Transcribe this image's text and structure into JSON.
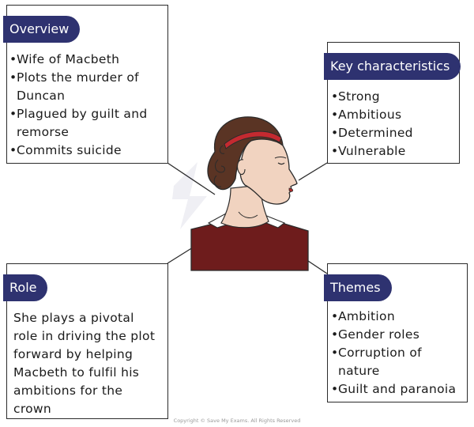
{
  "overview": {
    "title": "Overview",
    "items": [
      "Wife of Macbeth",
      "Plots the murder of Duncan",
      "Plagued by guilt and remorse",
      "Commits suicide"
    ]
  },
  "key_characteristics": {
    "title": "Key characteristics",
    "items": [
      "Strong",
      "Ambitious",
      "Determined",
      "Vulnerable"
    ]
  },
  "role": {
    "title": "Role",
    "text": "She plays a pivotal role in driving the plot forward by helping Macbeth to fulfil his ambitions for the crown"
  },
  "themes": {
    "title": "Themes",
    "items": [
      "Ambition",
      "Gender roles",
      "Corruption of nature",
      "Guilt and paranoia"
    ]
  },
  "copyright": "Copyright © Save My Exams. All Rights Reserved",
  "colors": {
    "tab": "#2e3270",
    "dress": "#6e1c1c",
    "hair": "#5a3424",
    "skin": "#f1d3c0"
  }
}
